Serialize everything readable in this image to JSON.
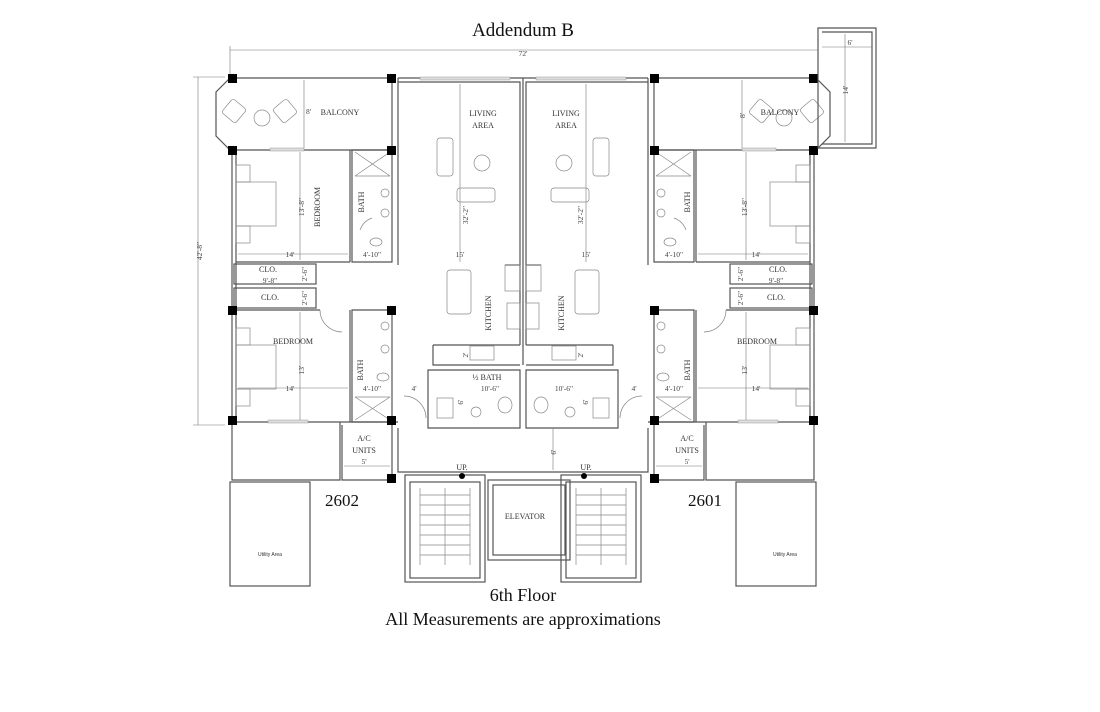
{
  "title": "Addendum B",
  "floor": "6th Floor",
  "note": "All Measurements are approximations",
  "overall": {
    "width": "72'",
    "depth": "42'-8\"",
    "terrace_width": "6'",
    "terrace_depth": "14'"
  },
  "units": [
    {
      "number": "2602",
      "balcony": "BALCONY",
      "balcony_dim": "8'",
      "living": [
        "LIVING",
        "AREA"
      ],
      "living_len": "32'-2\"",
      "living_width": "15'",
      "kitchen": "KITCHEN",
      "kitchen_dim": "2'",
      "bedroom1": "BEDROOM",
      "bedroom1_len": "13'-8\"",
      "bedroom1_width": "14'",
      "bath1": "BATH",
      "bath1_width": "4'-10\"",
      "closet1": "CLO.",
      "closet1_width": "9'-8\"",
      "closet1_depth": "2'-6\"",
      "closet2": "CLO.",
      "closet2_depth": "2'-6\"",
      "bedroom2": "BEDROOM",
      "bedroom2_len": "13'",
      "bedroom2_width": "14'",
      "bath2": "BATH",
      "bath2_width": "4'-10\"",
      "hall_width": "4'",
      "half_bath": "½ BATH",
      "half_bath_width": "10'-6\"",
      "half_bath_dim": "6'",
      "ac": [
        "A/C",
        "UNITS"
      ],
      "ac_width": "5'",
      "stairs": "UP.",
      "utility": "Utility Area"
    },
    {
      "number": "2601",
      "balcony": "BALCONY",
      "balcony_dim": "8'",
      "living": [
        "LIVING",
        "AREA"
      ],
      "living_len": "32'-2\"",
      "living_width": "15'",
      "kitchen": "KITCHEN",
      "kitchen_dim": "2'",
      "bedroom1": "BEDROOM",
      "bedroom1_len": "13'-8\"",
      "bedroom1_width": "14'",
      "bath1": "BATH",
      "bath1_width": "4'-10\"",
      "closet1": "CLO.",
      "closet1_width": "9'-8\"",
      "closet1_depth": "2'-6\"",
      "closet2": "CLO.",
      "closet2_depth": "2'-6\"",
      "bedroom2": "BEDROOM",
      "bedroom2_len": "13'",
      "bedroom2_width": "14'",
      "bath2": "BATH",
      "bath2_width": "4'-10\"",
      "hall_width": "4'",
      "half_bath_width": "10'-6\"",
      "half_bath_dim": "6'",
      "ac": [
        "A/C",
        "UNITS"
      ],
      "ac_width": "5'",
      "stairs": "UP.",
      "utility": "Utility Area"
    }
  ],
  "elevator": "ELEVATOR",
  "corridor_dim": "6'"
}
